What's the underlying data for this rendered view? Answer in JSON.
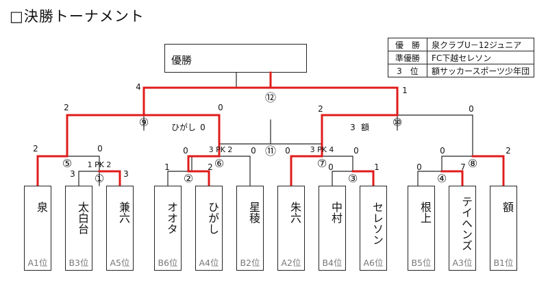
{
  "title": "□決勝トーナメント",
  "champion_box": {
    "label": "優勝"
  },
  "results": [
    {
      "rank": "優　勝",
      "team": "泉クラブU－12ジュニア"
    },
    {
      "rank": "準優勝",
      "team": "FC下越セレソン"
    },
    {
      "rank": "3　位",
      "team": "額サッカースポーツ少年団"
    }
  ],
  "teams": [
    {
      "name": "泉",
      "seed": "A1位"
    },
    {
      "name": "太白台",
      "seed": "B3位"
    },
    {
      "name": "兼六",
      "seed": "A5位"
    },
    {
      "name": "オオタ",
      "seed": "B6位"
    },
    {
      "name": "ひがし",
      "seed": "A4位"
    },
    {
      "name": "星稜",
      "seed": "B2位"
    },
    {
      "name": "朱六",
      "seed": "A2位"
    },
    {
      "name": "中村",
      "seed": "B4位"
    },
    {
      "name": "セレソン",
      "seed": "A6位"
    },
    {
      "name": "根上",
      "seed": "B5位"
    },
    {
      "name": "テイヘンズ",
      "seed": "A3位"
    },
    {
      "name": "額",
      "seed": "B1位"
    }
  ],
  "matches": [
    {
      "no": "①",
      "left_score": "3",
      "right_score": "3",
      "pk": "1 PK 2"
    },
    {
      "no": "②",
      "left_score": "1",
      "right_score": "2"
    },
    {
      "no": "③",
      "left_score": "0",
      "right_score": "1"
    },
    {
      "no": "④",
      "left_score": "0",
      "right_score": "7"
    },
    {
      "no": "⑤",
      "left_score": "2",
      "right_score": "0"
    },
    {
      "no": "⑥",
      "left_score": "0",
      "right_score": "0",
      "pk": "3 PK 2"
    },
    {
      "no": "⑦",
      "left_score": "0",
      "right_score": "0",
      "pk": "3 PK 4"
    },
    {
      "no": "⑧",
      "left_score": "0",
      "right_score": "2"
    },
    {
      "no": "⑨",
      "left_score": "2",
      "right_score": "0"
    },
    {
      "no": "⑩",
      "left_score": "2",
      "right_score": "0"
    },
    {
      "no": "⑪",
      "left_team": "ひがし",
      "left_score": "0",
      "right_score": "3",
      "right_team": "額"
    },
    {
      "no": "⑫",
      "left_score": "4",
      "right_score": "1"
    }
  ],
  "colors": {
    "winner_line": "#e01b1b",
    "loser_line": "#222222",
    "seed_text": "#777777"
  }
}
